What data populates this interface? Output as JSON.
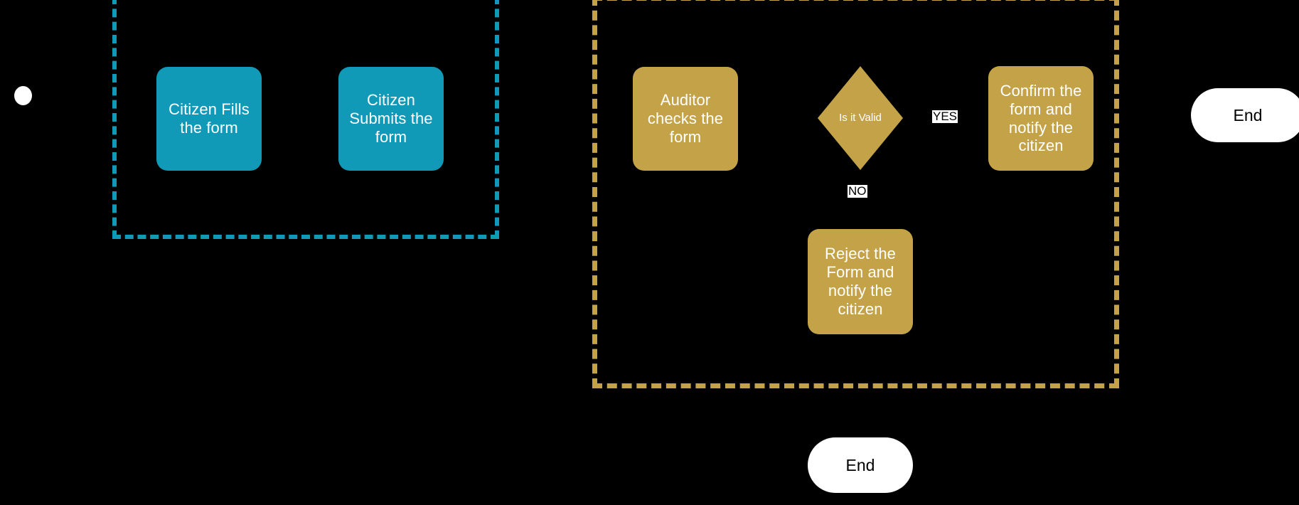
{
  "diagram": {
    "type": "flowchart",
    "background": "#000000",
    "palette": {
      "citizen_lane_border": "#1199b8",
      "auditor_lane_border": "#c4a348",
      "citizen_node_fill": "#1199b8",
      "auditor_node_fill": "#c4a348",
      "terminator_fill": "#ffffff",
      "node_text": "#ffffff",
      "edge_label_text": "#000000",
      "edge_label_bg": "#ffffff"
    },
    "lanes": [
      {
        "id": "citizen-lane",
        "style": "dashed",
        "color": "#1199b8"
      },
      {
        "id": "auditor-lane",
        "style": "dashed",
        "color": "#c4a348"
      }
    ],
    "nodes": {
      "start": {
        "shape": "circle",
        "label": ""
      },
      "citizen_fills": {
        "shape": "rounded-rect",
        "label": "Citizen Fills the form"
      },
      "citizen_submits": {
        "shape": "rounded-rect",
        "label": "Citizen Submits the form"
      },
      "auditor_checks": {
        "shape": "rounded-rect",
        "label": "Auditor checks the form"
      },
      "is_valid": {
        "shape": "diamond",
        "label": "Is it Valid"
      },
      "confirm": {
        "shape": "rounded-rect",
        "label": "Confirm the form and notify the citizen"
      },
      "reject": {
        "shape": "rounded-rect",
        "label": "Reject the Form and notify the citizen"
      },
      "end_right": {
        "shape": "pill",
        "label": "End"
      },
      "end_bottom": {
        "shape": "pill",
        "label": "End"
      }
    },
    "edge_labels": {
      "yes": "YES",
      "no": "NO"
    }
  }
}
